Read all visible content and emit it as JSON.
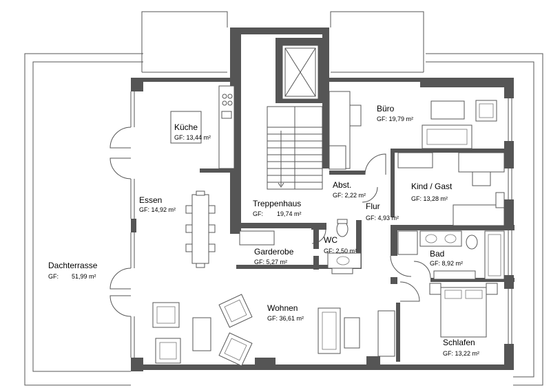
{
  "rooms": [
    {
      "id": "kueche",
      "name": "Küche",
      "area": "GF: 13,44 m²"
    },
    {
      "id": "essen",
      "name": "Essen",
      "area": "GF: 14,92 m²"
    },
    {
      "id": "treppenhaus",
      "name": "Treppenhaus",
      "area_label": "GF:",
      "area_value": "19,74 m²"
    },
    {
      "id": "buero",
      "name": "Büro",
      "area": "GF: 19,79 m²"
    },
    {
      "id": "abst",
      "name": "Abst.",
      "area": "GF: 2,22 m²"
    },
    {
      "id": "kind",
      "name": "Kind / Gast",
      "area": "GF: 13,28 m²"
    },
    {
      "id": "flur",
      "name": "Flur",
      "area": "GF: 4,93 m²"
    },
    {
      "id": "wc",
      "name": "WC",
      "area": "GF: 2,50 m²"
    },
    {
      "id": "garderobe",
      "name": "Garderobe",
      "area": "GF:  5,27 m²"
    },
    {
      "id": "bad",
      "name": "Bad",
      "area": "GF: 8,92 m²"
    },
    {
      "id": "dachterrasse",
      "name": "Dachterrasse",
      "area_label": "GF:",
      "area_value": "51,99 m²"
    },
    {
      "id": "wohnen",
      "name": "Wohnen",
      "area": "GF: 36,61 m²"
    },
    {
      "id": "schlafen",
      "name": "Schlafen",
      "area": "GF: 13,22 m²"
    }
  ]
}
